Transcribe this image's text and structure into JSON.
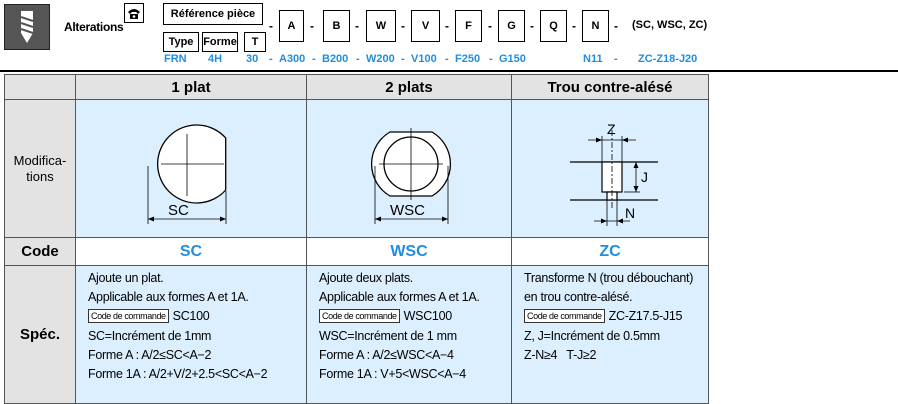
{
  "header": {
    "alterations_label": "Alterations",
    "reference_label": "Référence pièce",
    "type_label": "Type",
    "forme_label": "Forme",
    "t_label": "T",
    "codes": [
      "A",
      "B",
      "W",
      "V",
      "F",
      "G",
      "Q",
      "N"
    ],
    "separator": "-",
    "alteration_options": "(SC, WSC, ZC)",
    "example": {
      "type": "FRN",
      "forme": "4H",
      "t": "30",
      "a": "A300",
      "b": "B200",
      "w": "W200",
      "v": "V100",
      "f": "F250",
      "g": "G150",
      "n": "N11",
      "alt": "ZC-Z18-J20",
      "sep": "-"
    }
  },
  "table": {
    "columns": [
      "1 plat",
      "2 plats",
      "Trou contre-alésé"
    ],
    "row_modifications_label": "Modifica-\ntions",
    "row_code_label": "Code",
    "row_spec_label": "Spéc.",
    "diagram_labels": {
      "sc": "SC",
      "wsc": "WSC",
      "z": "Z",
      "j": "J",
      "n": "N"
    },
    "codes": [
      "SC",
      "WSC",
      "ZC"
    ],
    "code_commande_label": "Code de commande",
    "spec": {
      "sc": {
        "line1": "Ajoute un plat.",
        "line2": "Applicable aux formes A et 1A.",
        "order": "SC100",
        "line4": "SC=Incrément de 1mm",
        "line5": "Forme A : A/2≤SC<A−2",
        "line6": "Forme 1A : A/2+V/2+2.5<SC<A−2"
      },
      "wsc": {
        "line1": "Ajoute deux plats.",
        "line2": "Applicable aux formes A et 1A.",
        "order": "WSC100",
        "line4": "WSC=Incrément de 1 mm",
        "line5": "Forme A : A/2≤WSC<A−4",
        "line6": "Forme 1A : V+5<WSC<A−4"
      },
      "zc": {
        "line1": "Transforme N (trou débouchant)",
        "line2": "en trou contre-alésé.",
        "order": "ZC-Z17.5-J15",
        "line4": "Z, J=Incrément de 0.5mm",
        "line5": "Z-N≥4   T-J≥2"
      }
    }
  }
}
